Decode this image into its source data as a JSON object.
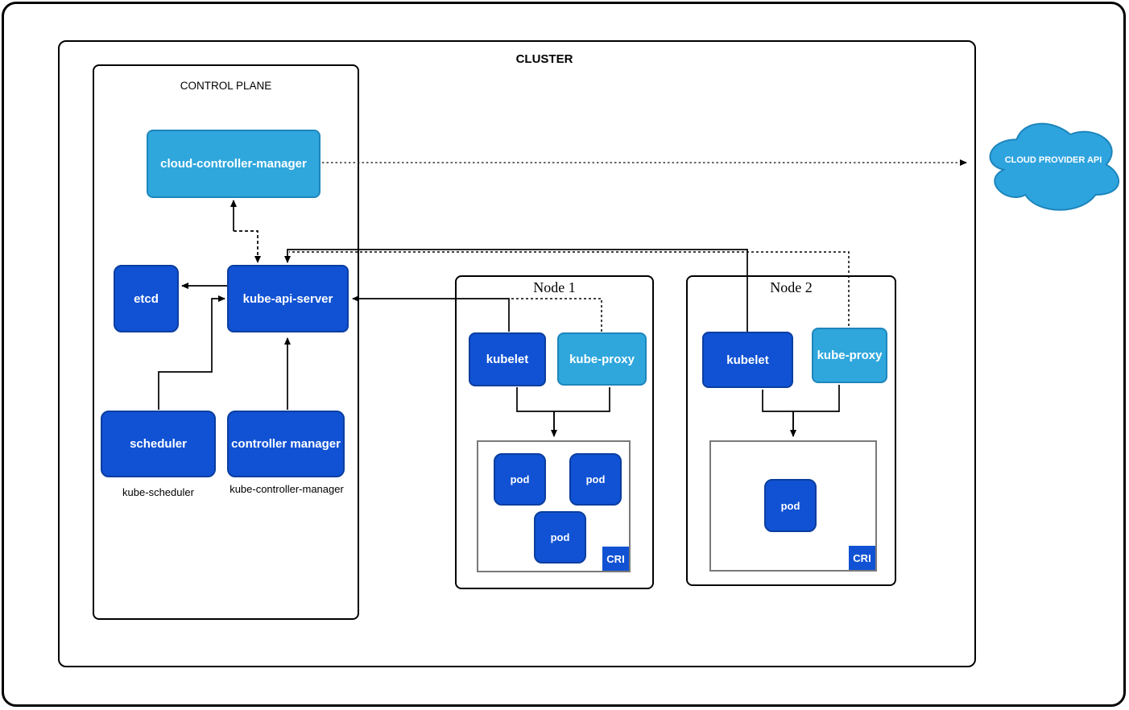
{
  "cluster": {
    "label": "CLUSTER"
  },
  "control_plane": {
    "label": "CONTROL PLANE",
    "cloud_controller_manager": "cloud-controller-manager",
    "etcd": "etcd",
    "kube_api_server": "kube-api-server",
    "scheduler": "scheduler",
    "controller_manager": "controller manager",
    "scheduler_caption": "kube-scheduler",
    "controller_manager_caption": "kube-controller-manager"
  },
  "nodes": [
    {
      "label": "Node 1",
      "kubelet": "kubelet",
      "kube_proxy": "kube-proxy",
      "pods": [
        "pod",
        "pod",
        "pod"
      ],
      "cri": "CRI"
    },
    {
      "label": "Node 2",
      "kubelet": "kubelet",
      "kube_proxy": "kube-proxy",
      "pods": [
        "pod"
      ],
      "cri": "CRI"
    }
  ],
  "cloud_provider_api": {
    "label": "CLOUD PROVIDER API"
  },
  "colors": {
    "dark_blue": "#1152D4",
    "dark_blue_border": "#0a3e9f",
    "light_blue": "#2FA7DD",
    "light_blue_border": "#1E86BB",
    "cri_border_gray": "#7a7a7a",
    "line_black": "#000000"
  }
}
